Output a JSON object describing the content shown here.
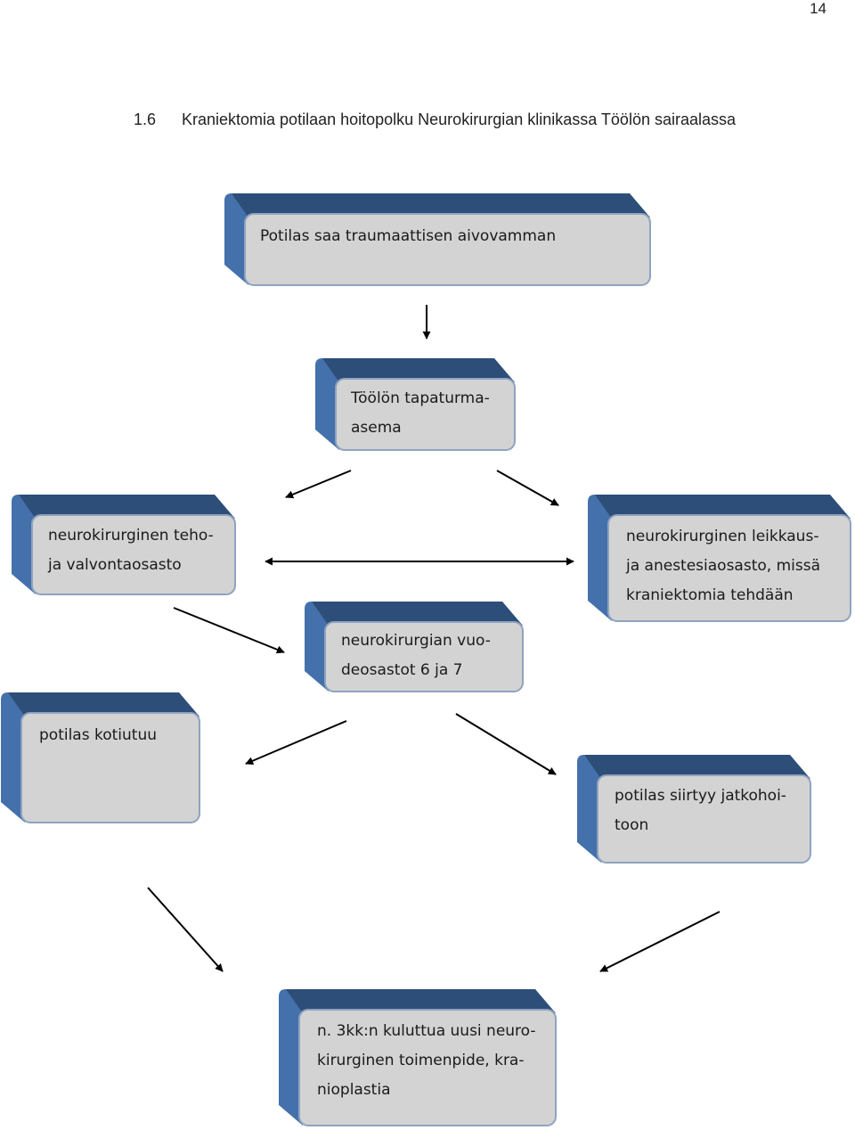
{
  "page": {
    "number": "14",
    "section_number": "1.6",
    "section_title": "Kraniektomia potilaan hoitopolku Neurokirurgian klinikassa Töölön sairaalassa"
  },
  "colors": {
    "face": "#d3d3d3",
    "face_border": "#8fa3c0",
    "side": "#4470ab",
    "top": "#2d4e78",
    "arrow": "#000000"
  },
  "diagram": {
    "boxes": [
      {
        "id": "trauma",
        "lines": [
          "Potilas saa traumaattisen aivovamman"
        ]
      },
      {
        "id": "tapaturma-asema",
        "lines": [
          "Töölön tapaturma-",
          "asema"
        ]
      },
      {
        "id": "teho",
        "lines": [
          "neurokirurginen teho-",
          "ja valvontaosasto"
        ]
      },
      {
        "id": "leikkaus",
        "lines": [
          "neurokirurginen leikkaus-",
          "ja anestesiaosasto, missä",
          "kraniektomia tehdään"
        ]
      },
      {
        "id": "vuodeosastot",
        "lines": [
          "neurokirurgian vuo-",
          "deosastot 6 ja 7"
        ]
      },
      {
        "id": "kotiutuu",
        "lines": [
          "potilas kotiutuu"
        ]
      },
      {
        "id": "jatkohoito",
        "lines": [
          "potilas siirtyy jatkohoi-",
          "toon"
        ]
      },
      {
        "id": "kranioplastia",
        "lines": [
          "n. 3kk:n kuluttua uusi neuro-",
          "kirurginen toimenpide, kra-",
          "nioplastia"
        ]
      }
    ]
  }
}
